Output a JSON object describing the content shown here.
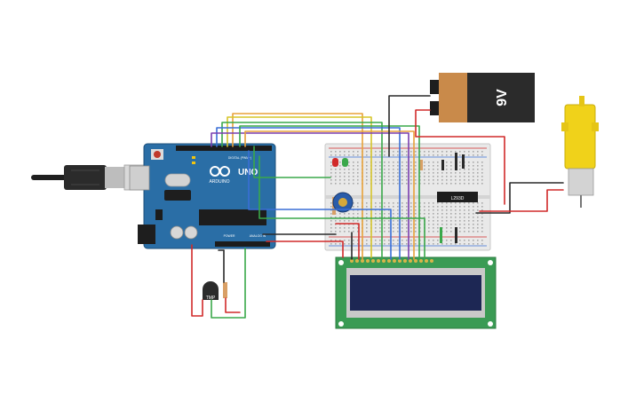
{
  "board": {
    "logo_text": "ARDUINO",
    "model": "UNO",
    "digital_label": "DIGITAL (PWM~)",
    "power_label": "POWER",
    "analog_label": "ANALOG IN"
  },
  "battery": {
    "voltage_label": "9V"
  },
  "driver_ic": {
    "label": "L293D"
  },
  "temp_sensor": {
    "label": "TMP"
  },
  "colors": {
    "arduino_board": "#2a6ea6",
    "breadboard": "#e9e9e9",
    "lcd_pcb": "#3a9b54",
    "lcd_screen": "#1d2754",
    "battery_body": "#c98a4a",
    "battery_label": "#2b2b2b",
    "motor_body": "#f0d21a",
    "wire_red": "#d12a2a",
    "wire_black": "#2a2a2a",
    "wire_orange": "#e8a23a",
    "wire_yellow": "#d6c52a",
    "wire_green": "#3aa84a",
    "wire_blue": "#3a6fd6",
    "wire_purple": "#7a3fb0"
  },
  "icons": [
    "usb-cable-icon",
    "dc-barrel-jack-icon",
    "potentiometer-icon",
    "led-icon",
    "resistor-icon",
    "gear-motor-icon"
  ]
}
